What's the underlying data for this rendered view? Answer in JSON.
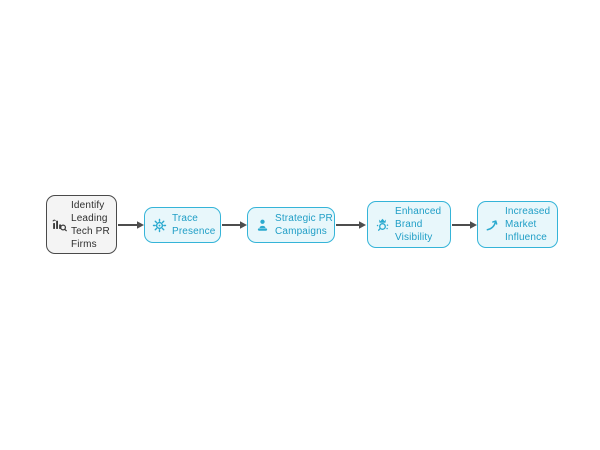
{
  "canvas": {
    "background": "#ffffff"
  },
  "flowchart": {
    "type": "horizontal-process-flow",
    "direction": "left-to-right",
    "nodes": [
      {
        "id": "identify",
        "label": "Identify\nLeading\nTech PR\nFirms",
        "icon": "bar-chart-search-icon",
        "style": "dark"
      },
      {
        "id": "trace",
        "label": "Trace\nPresence",
        "icon": "gear-icon",
        "style": "cyan"
      },
      {
        "id": "campaigns",
        "label": "Strategic PR\nCampaigns",
        "icon": "pawn-podium-icon",
        "style": "cyan"
      },
      {
        "id": "visibility",
        "label": "Enhanced\nBrand\nVisibility",
        "icon": "crown-visibility-icon",
        "style": "cyan"
      },
      {
        "id": "influence",
        "label": "Increased\nMarket\nInfluence",
        "icon": "growth-arrow-icon",
        "style": "cyan"
      }
    ],
    "edges": [
      {
        "from": "identify",
        "to": "trace"
      },
      {
        "from": "trace",
        "to": "campaigns"
      },
      {
        "from": "campaigns",
        "to": "visibility"
      },
      {
        "from": "visibility",
        "to": "influence"
      }
    ]
  },
  "colors": {
    "canvas_bg": "#ffffff",
    "dark_border": "#4a4a4a",
    "dark_bg": "#f4f4f4",
    "dark_text": "#2e2e2e",
    "dark_icon": "#3a3a3a",
    "cyan_border": "#35b4d8",
    "cyan_bg": "#e8f7fb",
    "cyan_text": "#1f9ec6",
    "icon_cyan": "#2baacf",
    "arrow": "#4d4d4d"
  }
}
